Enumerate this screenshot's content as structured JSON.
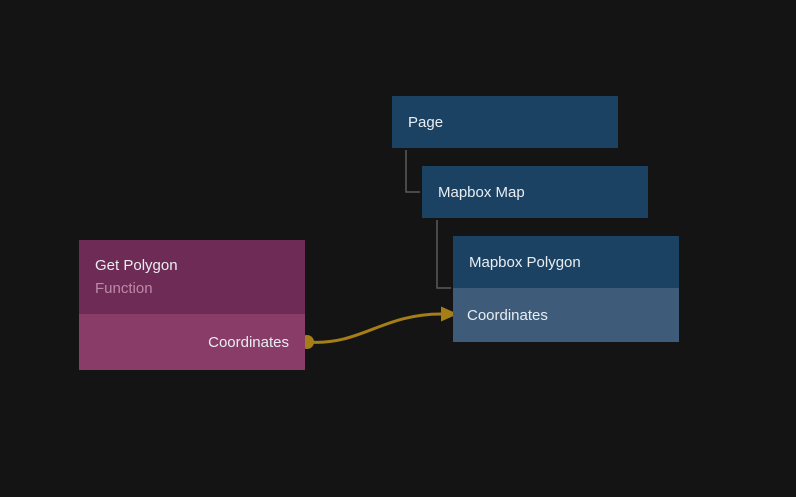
{
  "colors": {
    "bg": "#141414",
    "node_blue": "#1c4263",
    "node_blue_row": "#3e5c7a",
    "node_purple": "#6e2b56",
    "node_purple_row": "#8a3c69",
    "text": "#e8edf2",
    "subtitle_text": "#bd8aa6",
    "wire": "#a67e17",
    "tree_line": "#5b5b5b"
  },
  "nodes": {
    "page": {
      "title": "Page"
    },
    "mapbox_map": {
      "title": "Mapbox Map"
    },
    "mapbox_polygon": {
      "title": "Mapbox Polygon",
      "input_label": "Coordinates"
    },
    "get_polygon": {
      "title": "Get Polygon",
      "subtitle": "Function",
      "output_label": "Coordinates"
    }
  }
}
